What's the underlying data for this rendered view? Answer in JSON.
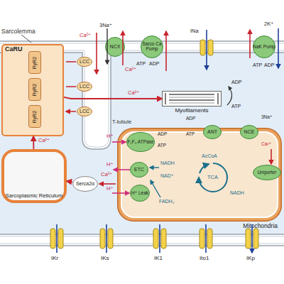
{
  "diagram": {
    "nodes": [
      {
        "text": [
          "CaRU"
        ]
      },
      {
        "text": [
          "RyR2"
        ],
        "in": 0
      },
      {
        "text": [
          "RyR2"
        ],
        "in": 0
      },
      {
        "text": [
          "RyR2"
        ],
        "in": 0
      },
      {
        "text": [
          "LCC"
        ]
      },
      {
        "text": [
          "LCC"
        ]
      },
      {
        "text": [
          "LCC"
        ]
      },
      {
        "text": [
          "NCX"
        ]
      },
      {
        "text": [
          "Sarco Ca Pump"
        ]
      },
      {
        "text": [
          "NaK Pump"
        ]
      },
      {
        "text": [
          "Myofilaments"
        ]
      },
      {
        "text": [
          "Mitochondria"
        ]
      },
      {
        "text": [
          "F₁F₀ ATPase"
        ],
        "in": 11
      },
      {
        "text": [
          "ETC"
        ],
        "in": 11
      },
      {
        "text": [
          "H⁺ Leak"
        ],
        "in": 11
      },
      {
        "text": [
          "ANT"
        ],
        "in": 11
      },
      {
        "text": [
          "NCE"
        ],
        "in": 11
      },
      {
        "text": [
          "Uniporter"
        ],
        "in": 11
      },
      {
        "text": [
          "Sarcoplasmic Reticulum"
        ]
      },
      {
        "text": [
          "Serca2α"
        ]
      }
    ],
    "edges": [
      {
        "from": 18,
        "to": 0,
        "arrow": "to",
        "label": "Ca²⁺"
      },
      {
        "from": 0,
        "to": 10,
        "arrow": "to",
        "label": "Ca²⁺"
      },
      {
        "from": 19,
        "to": 18,
        "arrow": "to"
      }
    ],
    "labels": [
      "Sarcolemma",
      "3Na⁺",
      "Ca²⁺",
      "Ca²⁺",
      "ATP",
      "ADP",
      "INa",
      "2K⁺",
      "ATP",
      "ADP",
      "T-tubule",
      "ADP",
      "ATP",
      "Ca²⁺",
      "H⁺",
      "H⁺",
      "H⁺",
      "ADP",
      "ATP",
      "NADH",
      "NAD⁺",
      "FADH₂",
      "AcCoA",
      "TCA",
      "NADH",
      "ADP",
      "ATP",
      "3Na⁺",
      "Ca²⁺",
      "IKr",
      "IKs",
      "IK1",
      "Ito1",
      "IKp"
    ]
  }
}
